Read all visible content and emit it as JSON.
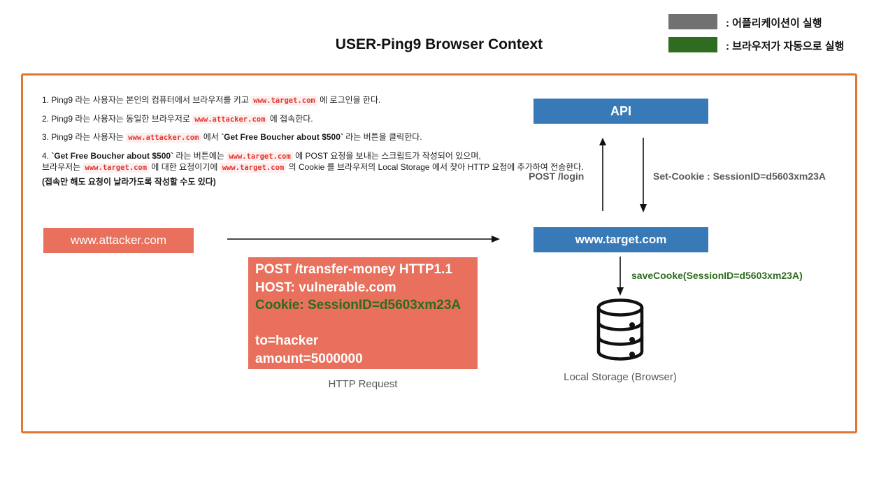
{
  "title": "USER-Ping9 Browser Context",
  "legend": {
    "app": {
      "label": ": 어플리케이션이 실행",
      "color": "#717171"
    },
    "browser": {
      "label": ": 브라우저가 자동으로 실행",
      "color": "#2f6b20"
    }
  },
  "steps": [
    [
      {
        "s": "plain",
        "t": "1. Ping9 라는 사용자는 본인의 컴퓨터에서 브라우저를 키고 "
      },
      {
        "s": "code",
        "t": "www.target.com"
      },
      {
        "s": "plain",
        "t": " 에 로그인을 한다."
      }
    ],
    [
      {
        "s": "plain",
        "t": "2. Ping9 라는 사용자는 동일한 브라우저로 "
      },
      {
        "s": "code",
        "t": "www.attacker.com"
      },
      {
        "s": "plain",
        "t": " 에 접속한다."
      }
    ],
    [
      {
        "s": "plain",
        "t": "3. Ping9 라는 사용자는 "
      },
      {
        "s": "code",
        "t": "www.attacker.com"
      },
      {
        "s": "plain",
        "t": " 에서 "
      },
      {
        "s": "bold",
        "t": "`Get Free Boucher about $500`"
      },
      {
        "s": "plain",
        "t": " 라는 버튼을 클릭한다."
      }
    ],
    [
      {
        "s": "plain",
        "t": "4. "
      },
      {
        "s": "bold",
        "t": "`Get Free Boucher about $500`"
      },
      {
        "s": "plain",
        "t": " 라는 버튼에는 "
      },
      {
        "s": "code",
        "t": "www.target.com"
      },
      {
        "s": "plain",
        "t": " 에 POST 요청을 보내는 스크립트가 작성되어 있으며,"
      }
    ],
    [
      {
        "s": "plain",
        "t": "브라우저는 "
      },
      {
        "s": "code",
        "t": "www.target.com"
      },
      {
        "s": "plain",
        "t": " 에 대한 요청이기에 "
      },
      {
        "s": "code",
        "t": "www.target.com"
      },
      {
        "s": "plain",
        "t": " 의 Cookie 를 브라우저의 Local Storage 에서 찾아 HTTP 요청에 추가하여 전송한다."
      }
    ]
  ],
  "note": "(접속만 해도 요청이 날라가도록 작성할 수도 있다)",
  "nodes": {
    "api": "API",
    "attacker": "www.attacker.com",
    "target": "www.target.com"
  },
  "arrow_labels": {
    "post_login": "POST /login",
    "set_cookie": "Set-Cookie : SessionID=d5603xm23A",
    "save_cookie": "saveCooke(SessionID=d5603xm23A)"
  },
  "http_request": {
    "lines": [
      "POST /transfer-money HTTP1.1",
      "HOST: vulnerable.com",
      "Cookie: SessionID=d5603xm23A",
      "",
      "to=hacker",
      "amount=5000000"
    ],
    "caption": "HTTP Request"
  },
  "local_storage": {
    "label": "Local Storage (Browser)"
  },
  "colors": {
    "node_blue": "#3879b8",
    "node_salmon": "#e8705c",
    "frame_orange": "#e1772e",
    "legend_gray": "#717171",
    "legend_green": "#2f6b20",
    "code_red": "#e3342f",
    "green_text": "#2e6b1f",
    "gray_text": "#595959"
  }
}
